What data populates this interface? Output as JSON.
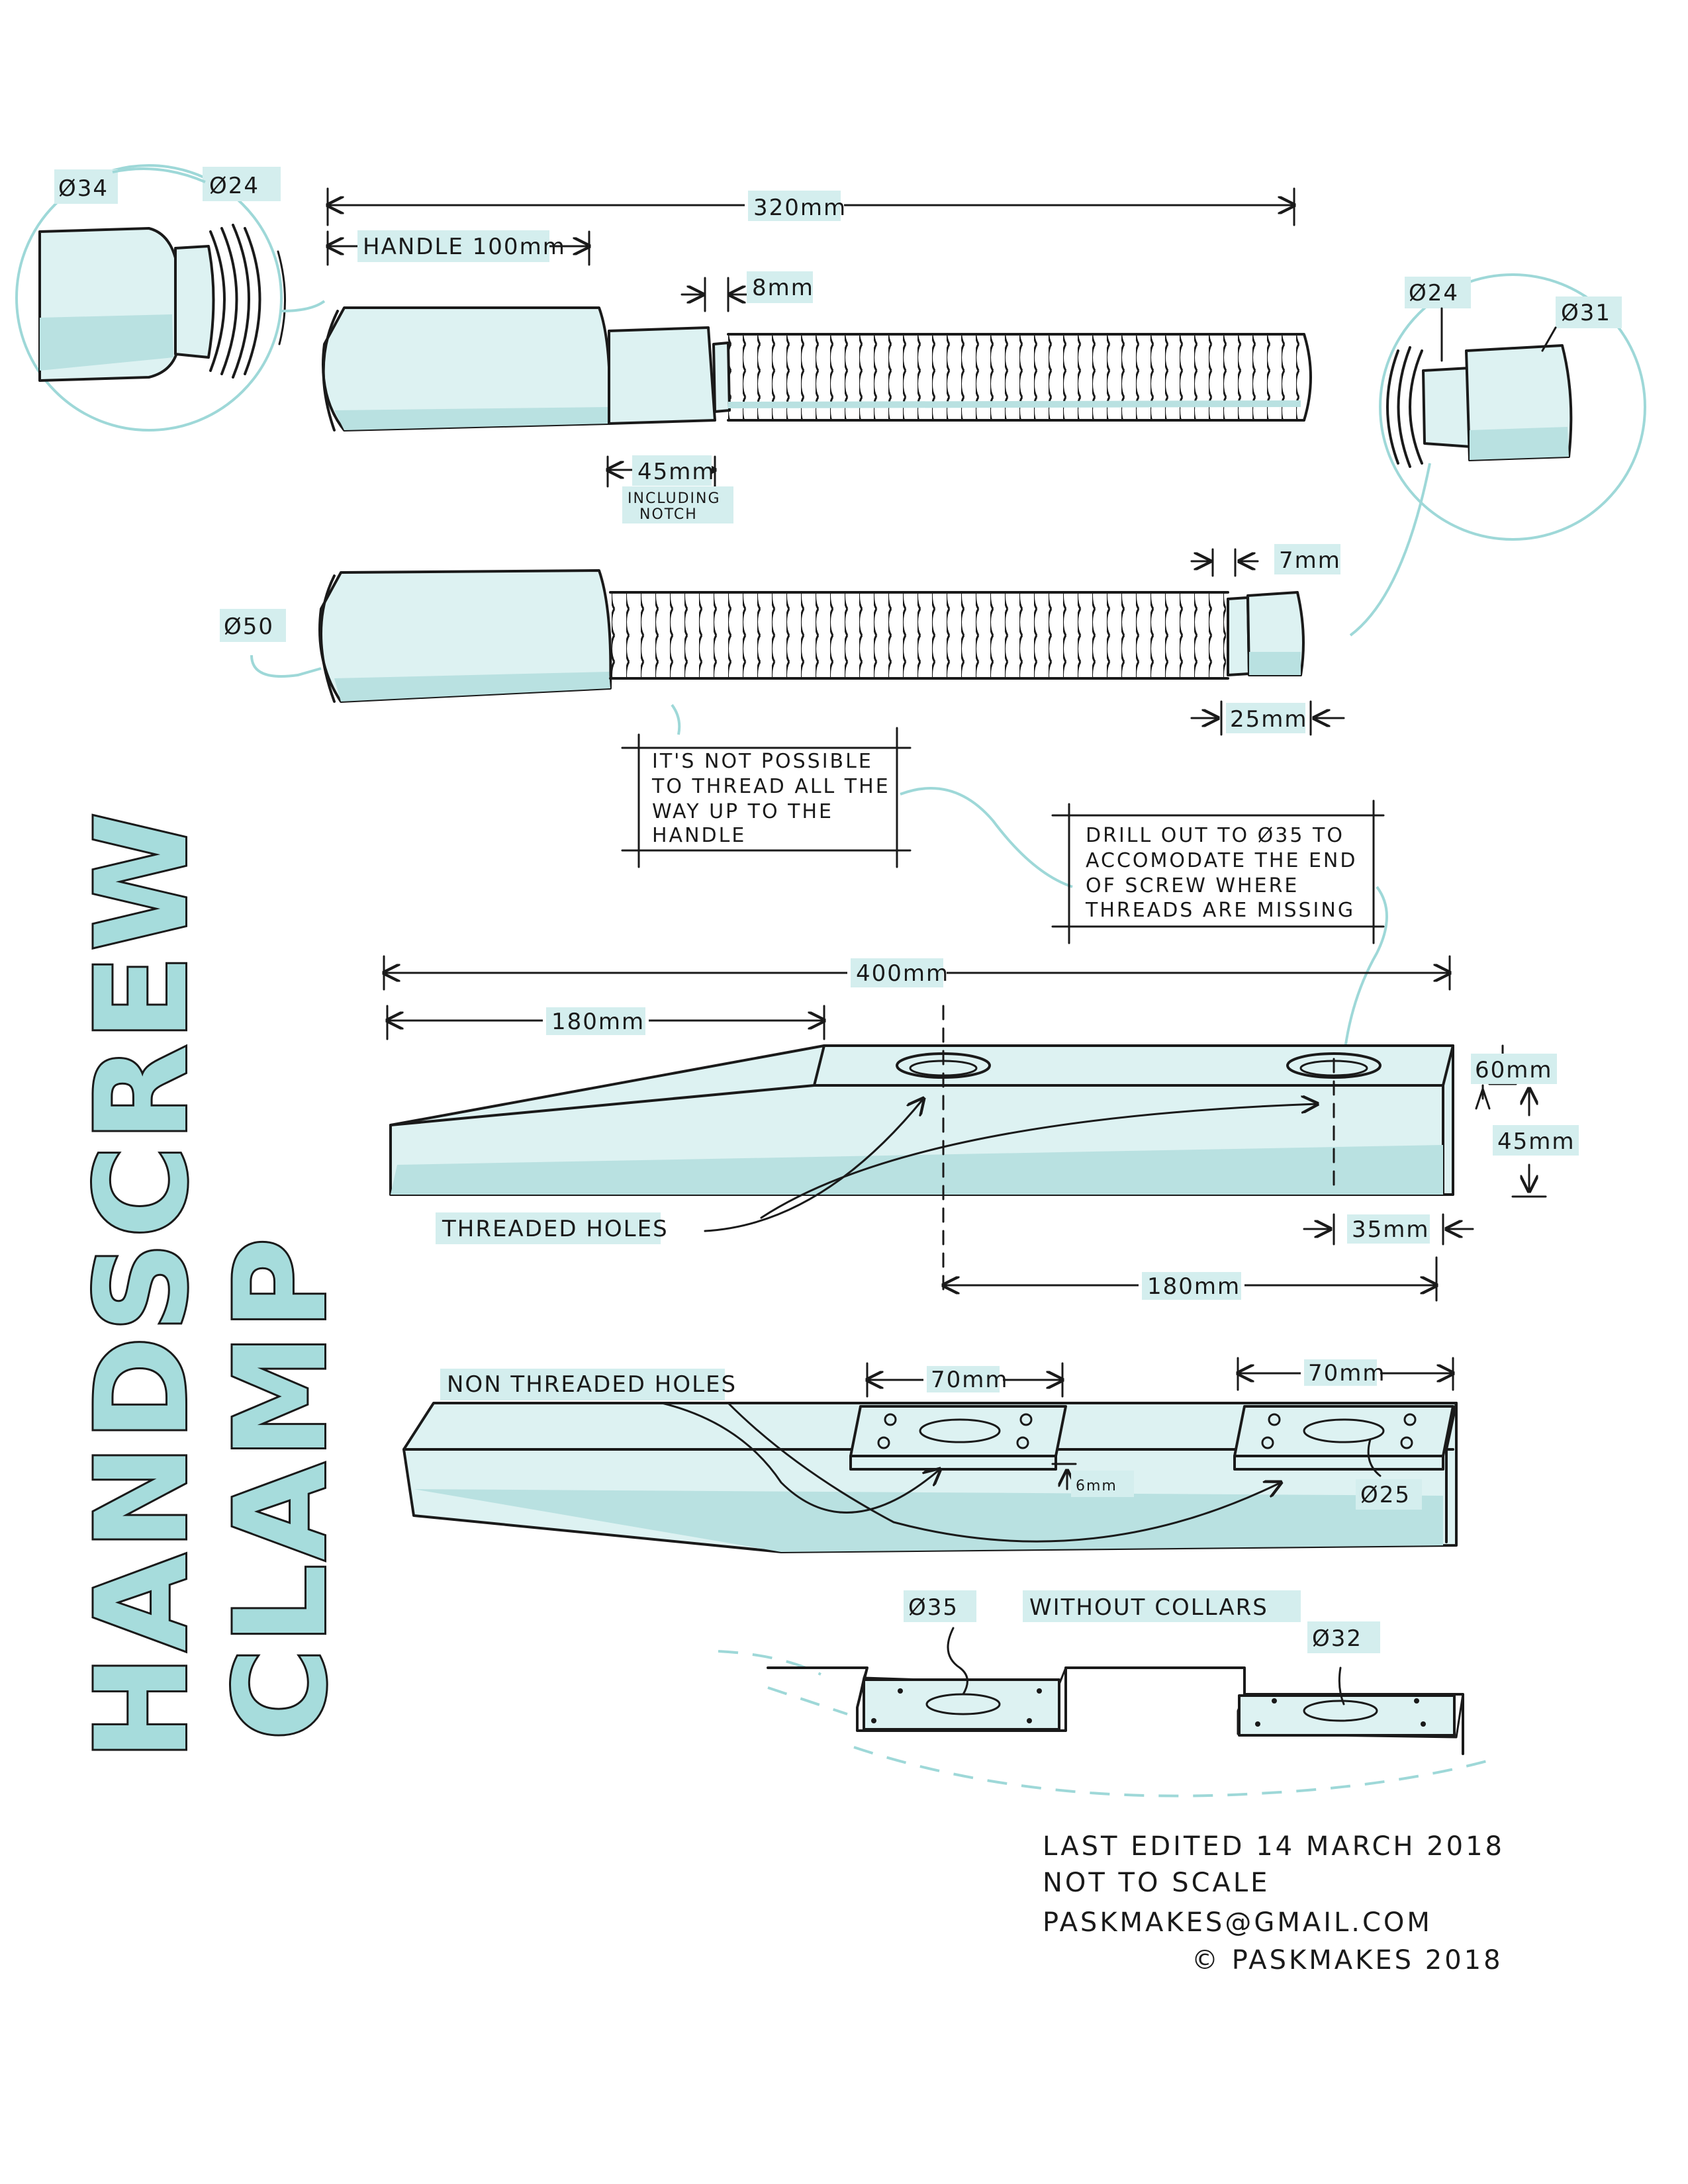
{
  "title": {
    "line1": "HANDSCREW",
    "line2": "CLAMP"
  },
  "colors": {
    "ink": "#1a1a1a",
    "accent": "#a6dcdc",
    "fill": "#ddf2f2",
    "highlight": "#d4eeee"
  },
  "screw_top": {
    "detail_left": {
      "outer": "Ø34",
      "inner": "Ø24"
    },
    "overall": "320mm",
    "handle": "HANDLE 100mm",
    "notch": "8mm",
    "shoulder": "45mm",
    "shoulder_note_1": "INCLUDING",
    "shoulder_note_2": "NOTCH"
  },
  "screw_bottom": {
    "detail_right": {
      "inner": "Ø24",
      "outer": "Ø31"
    },
    "handle_dia": "Ø50",
    "notch": "7mm",
    "tip": "25mm",
    "note_lines": [
      "IT'S NOT POSSIBLE",
      "TO THREAD ALL THE",
      "WAY UP TO THE",
      "HANDLE"
    ]
  },
  "drill_note": [
    "DRILL OUT TO Ø35 TO",
    "ACCOMODATE THE END",
    "OF SCREW WHERE",
    "THREADS ARE MISSING"
  ],
  "jaw_threaded": {
    "length": "400mm",
    "taper": "180mm",
    "height": "60mm",
    "width": "45mm",
    "end_offset": "35mm",
    "hole_spacing": "180mm",
    "label": "THREADED HOLES"
  },
  "jaw_plain": {
    "label": "NON THREADED HOLES",
    "collar_left": "70mm",
    "collar_right": "70mm",
    "collar_thickness": "6mm",
    "hole": "Ø25"
  },
  "without_collars": {
    "label": "WITHOUT COLLARS",
    "left_hole": "Ø35",
    "right_hole": "Ø32"
  },
  "footer": {
    "edited": "LAST EDITED  14 MARCH 2018",
    "scale": "NOT TO SCALE",
    "email": "PASKMAKES@GMAIL.COM",
    "copyright": "© PASKMAKES 2018"
  }
}
